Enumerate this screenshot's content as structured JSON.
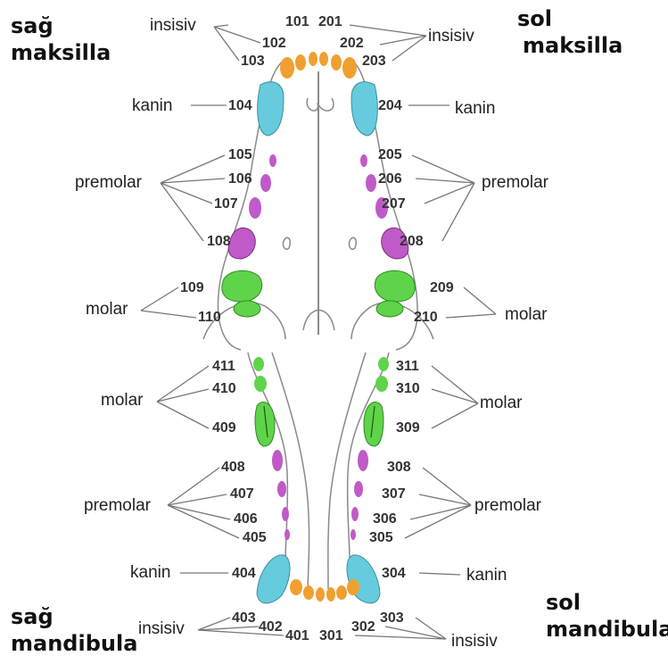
{
  "corners": {
    "upper_right_side": [
      "sağ",
      "maksilla"
    ],
    "upper_left_side": [
      "sol",
      "maksilla"
    ],
    "lower_right_side": [
      "sağ",
      "mandibula"
    ],
    "lower_left_side": [
      "sol",
      "mandibula"
    ]
  },
  "labels": {
    "incisor": "insisiv",
    "canine": "kanin",
    "premolar": "premolar",
    "molar": "molar"
  },
  "colors": {
    "incisor": "#f0a030",
    "canine": "#66ccdd",
    "premolar": "#c05ac8",
    "molar": "#5fd44a",
    "line": "#777777"
  },
  "teeth": {
    "q1": [
      "101",
      "102",
      "103",
      "104",
      "105",
      "106",
      "107",
      "108",
      "109",
      "110"
    ],
    "q2": [
      "201",
      "202",
      "203",
      "204",
      "205",
      "206",
      "207",
      "208",
      "209",
      "210"
    ],
    "q3": [
      "301",
      "302",
      "303",
      "304",
      "305",
      "306",
      "307",
      "308",
      "309",
      "310",
      "311"
    ],
    "q4": [
      "401",
      "402",
      "403",
      "404",
      "405",
      "406",
      "407",
      "408",
      "409",
      "410",
      "411"
    ]
  }
}
